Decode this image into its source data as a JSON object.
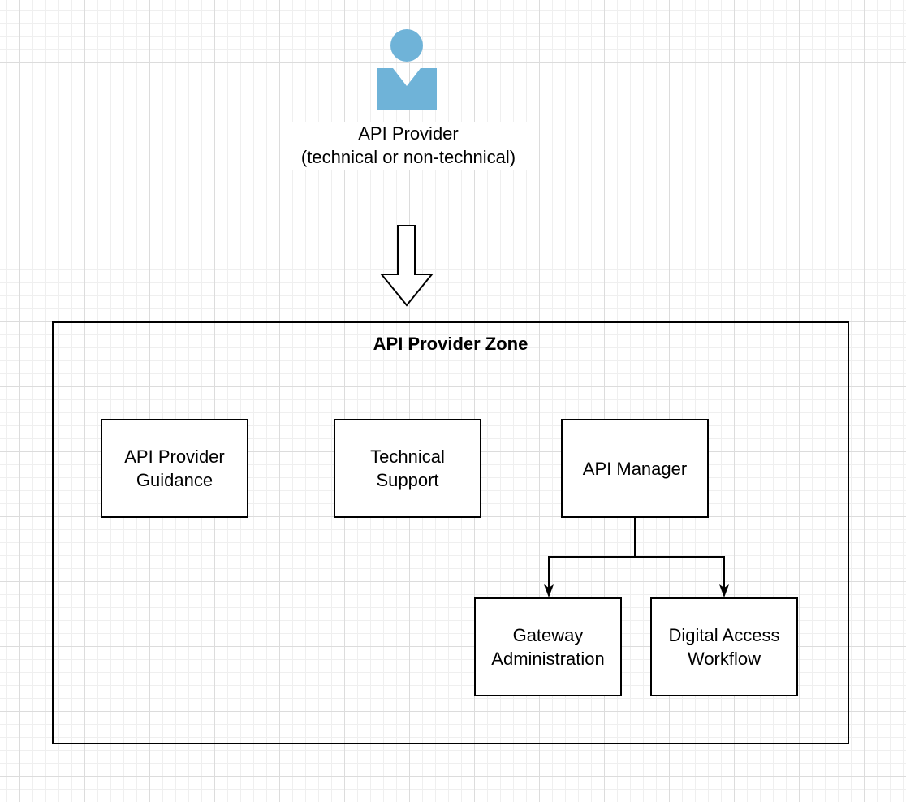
{
  "actor": {
    "name": "API Provider",
    "subtitle": "(technical or non-technical)",
    "color": "#6fb3d8"
  },
  "zone": {
    "title": "API Provider Zone"
  },
  "boxes": {
    "guidance": "API Provider\nGuidance",
    "support": "Technical\nSupport",
    "manager": "API Manager",
    "gateway": "Gateway\nAdministration",
    "workflow": "Digital Access\nWorkflow"
  },
  "connections": [
    {
      "from": "manager",
      "to": "gateway"
    },
    {
      "from": "manager",
      "to": "workflow"
    }
  ]
}
